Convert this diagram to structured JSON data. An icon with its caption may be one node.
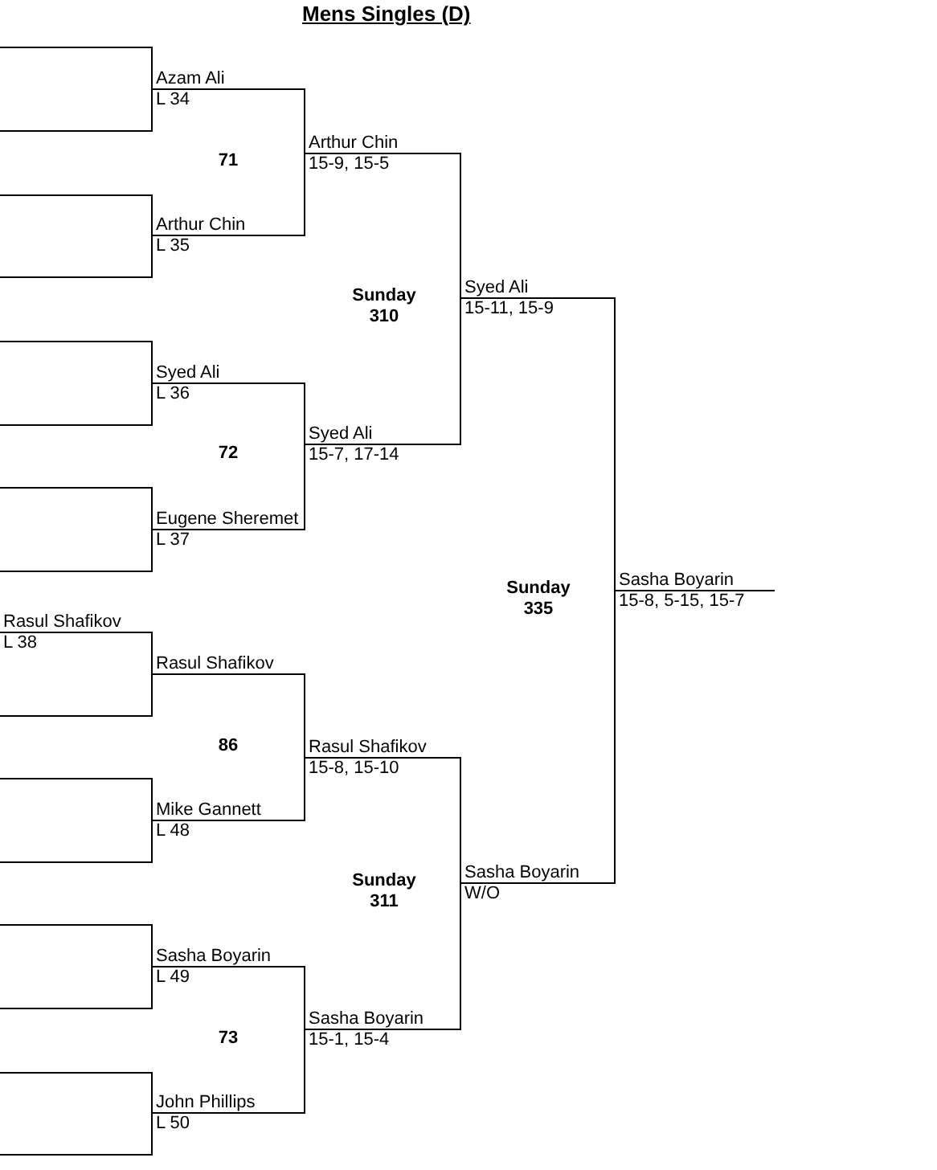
{
  "diagram": {
    "title": "Mens Singles (D)",
    "nodes": [
      {
        "text": [],
        "shape": "line"
      },
      {
        "text": [],
        "shape": "line"
      },
      {
        "text": [],
        "shape": "line"
      },
      {
        "text": [],
        "shape": "line"
      },
      {
        "text": [],
        "shape": "line"
      },
      {
        "text": [],
        "shape": "line"
      },
      {
        "text": [],
        "shape": "line"
      },
      {
        "text": [],
        "shape": "line"
      },
      {
        "text": [
          "Rasul Shafikov",
          "L 38"
        ]
      },
      {
        "text": [],
        "shape": "line"
      },
      {
        "text": [],
        "shape": "line"
      },
      {
        "text": [],
        "shape": "line"
      },
      {
        "text": [],
        "shape": "line"
      },
      {
        "text": [],
        "shape": "line"
      },
      {
        "text": [],
        "shape": "line"
      },
      {
        "text": [],
        "shape": "line"
      },
      {
        "text": [
          "Azam Ali",
          "L 34"
        ]
      },
      {
        "text": [
          "Arthur Chin",
          "L 35"
        ]
      },
      {
        "text": [
          "Syed Ali",
          "L 36"
        ]
      },
      {
        "text": [
          "Eugene Sheremet",
          "L 37"
        ]
      },
      {
        "text": [
          "Rasul Shafikov"
        ]
      },
      {
        "text": [
          "Mike Gannett",
          "L 48"
        ]
      },
      {
        "text": [
          "Sasha Boyarin",
          "L 49"
        ]
      },
      {
        "text": [
          "John Phillips",
          "L 50"
        ]
      },
      {
        "text": [
          "Arthur Chin",
          "15-9, 15-5"
        ]
      },
      {
        "text": [
          "Syed Ali",
          "15-7, 17-14"
        ]
      },
      {
        "text": [
          "Rasul Shafikov",
          "15-8, 15-10"
        ]
      },
      {
        "text": [
          "Sasha Boyarin",
          "15-1, 15-4"
        ]
      },
      {
        "text": [
          "Syed Ali",
          "15-11, 15-9"
        ]
      },
      {
        "text": [
          "Sasha Boyarin",
          "W/O"
        ]
      },
      {
        "text": [
          "Sasha Boyarin",
          "15-8, 5-15, 15-7"
        ]
      }
    ],
    "edges": [
      {
        "from": 0,
        "to": 16,
        "arrow": "none"
      },
      {
        "from": 1,
        "to": 16,
        "arrow": "none"
      },
      {
        "from": 2,
        "to": 17,
        "arrow": "none"
      },
      {
        "from": 3,
        "to": 17,
        "arrow": "none"
      },
      {
        "from": 4,
        "to": 18,
        "arrow": "none"
      },
      {
        "from": 5,
        "to": 18,
        "arrow": "none"
      },
      {
        "from": 6,
        "to": 19,
        "arrow": "none"
      },
      {
        "from": 7,
        "to": 19,
        "arrow": "none"
      },
      {
        "from": 8,
        "to": 20,
        "arrow": "none"
      },
      {
        "from": 9,
        "to": 20,
        "arrow": "none"
      },
      {
        "from": 10,
        "to": 21,
        "arrow": "none"
      },
      {
        "from": 11,
        "to": 21,
        "arrow": "none"
      },
      {
        "from": 12,
        "to": 22,
        "arrow": "none"
      },
      {
        "from": 13,
        "to": 22,
        "arrow": "none"
      },
      {
        "from": 14,
        "to": 23,
        "arrow": "none"
      },
      {
        "from": 15,
        "to": 23,
        "arrow": "none"
      },
      {
        "from": 16,
        "to": 24,
        "arrow": "none"
      },
      {
        "from": 17,
        "to": 24,
        "arrow": "none"
      },
      {
        "from": 18,
        "to": 25,
        "arrow": "none"
      },
      {
        "from": 19,
        "to": 25,
        "arrow": "none"
      },
      {
        "from": 20,
        "to": 26,
        "arrow": "none"
      },
      {
        "from": 21,
        "to": 26,
        "arrow": "none"
      },
      {
        "from": 22,
        "to": 27,
        "arrow": "none"
      },
      {
        "from": 23,
        "to": 27,
        "arrow": "none"
      },
      {
        "from": 24,
        "to": 28,
        "arrow": "none"
      },
      {
        "from": 25,
        "to": 28,
        "arrow": "none"
      },
      {
        "from": 26,
        "to": 29,
        "arrow": "none"
      },
      {
        "from": 27,
        "to": 29,
        "arrow": "none"
      },
      {
        "from": 28,
        "to": 30,
        "arrow": "none"
      },
      {
        "from": 29,
        "to": 30,
        "arrow": "none"
      }
    ],
    "labels": [
      "71",
      "Sunday 310",
      "72",
      "Sunday 335",
      "86",
      "Sunday 311",
      "73"
    ]
  }
}
